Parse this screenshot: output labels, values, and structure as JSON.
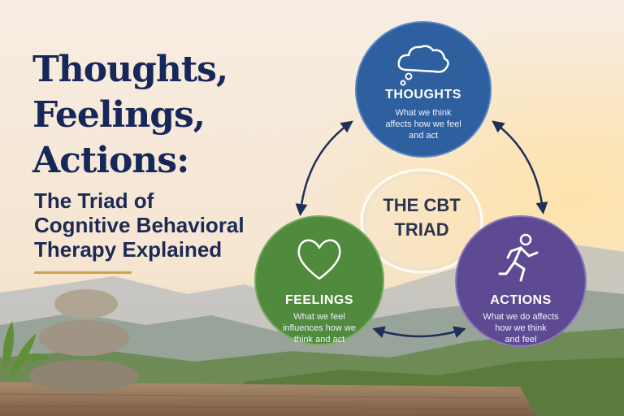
{
  "title_lines": [
    "Thoughts,",
    "Feelings,",
    "Actions:"
  ],
  "subtitle_lines": [
    "The Triad of",
    "Cognitive Behavioral",
    "Therapy Explained"
  ],
  "center_lines": [
    "THE CBT",
    "TRIAD"
  ],
  "nodes": {
    "thoughts": {
      "name": "THOUGHTS",
      "desc_lines": [
        "What we think",
        "affects how we feel",
        "and act"
      ],
      "icon": "thought-cloud-icon",
      "color": "#2e5f9e"
    },
    "feelings": {
      "name": "FEELINGS",
      "desc_lines": [
        "What we feel",
        "influences how we",
        "think and act"
      ],
      "icon": "heart-icon",
      "color": "#4f8a3d"
    },
    "actions": {
      "name": "ACTIONS",
      "desc_lines": [
        "What we do affects",
        "how we think",
        "and feel"
      ],
      "icon": "running-person-icon",
      "color": "#5d4a92"
    }
  },
  "connections": [
    {
      "from": "thoughts",
      "to": "feelings",
      "bidirectional": true
    },
    {
      "from": "thoughts",
      "to": "actions",
      "bidirectional": true
    },
    {
      "from": "feelings",
      "to": "actions",
      "bidirectional": true
    }
  ]
}
